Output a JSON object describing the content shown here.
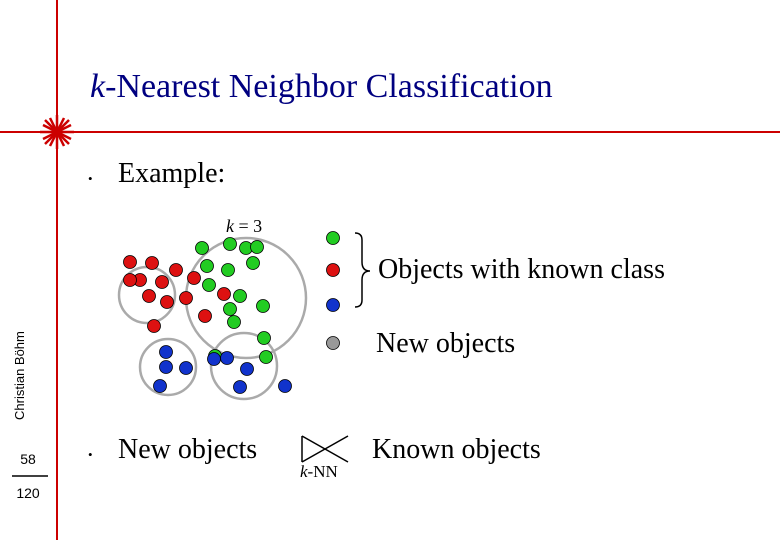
{
  "title": {
    "prefix": "k",
    "rest": "-Nearest Neighbor Classification"
  },
  "bullets": {
    "example": "Example:",
    "new_objects": "New objects"
  },
  "k_label": {
    "k": "k",
    "eq": " = ",
    "value": "3"
  },
  "legend": {
    "known_class": "Objects with known class",
    "new_objects": "New objects",
    "known_objects": "Known objects",
    "knn_prefix": "k",
    "knn_rest": "-NN"
  },
  "sidebar": {
    "author": "Christian Böhm",
    "page": "58",
    "total": "120"
  },
  "colors": {
    "accent_red": "#cc0000",
    "class_red": "#dd1111",
    "class_green": "#22cc22",
    "class_blue": "#1133cc",
    "new_gray": "#999999",
    "circle_gray": "#aaaaaa"
  },
  "points": {
    "red": 13,
    "green": 15,
    "blue": 9,
    "new": 0
  }
}
